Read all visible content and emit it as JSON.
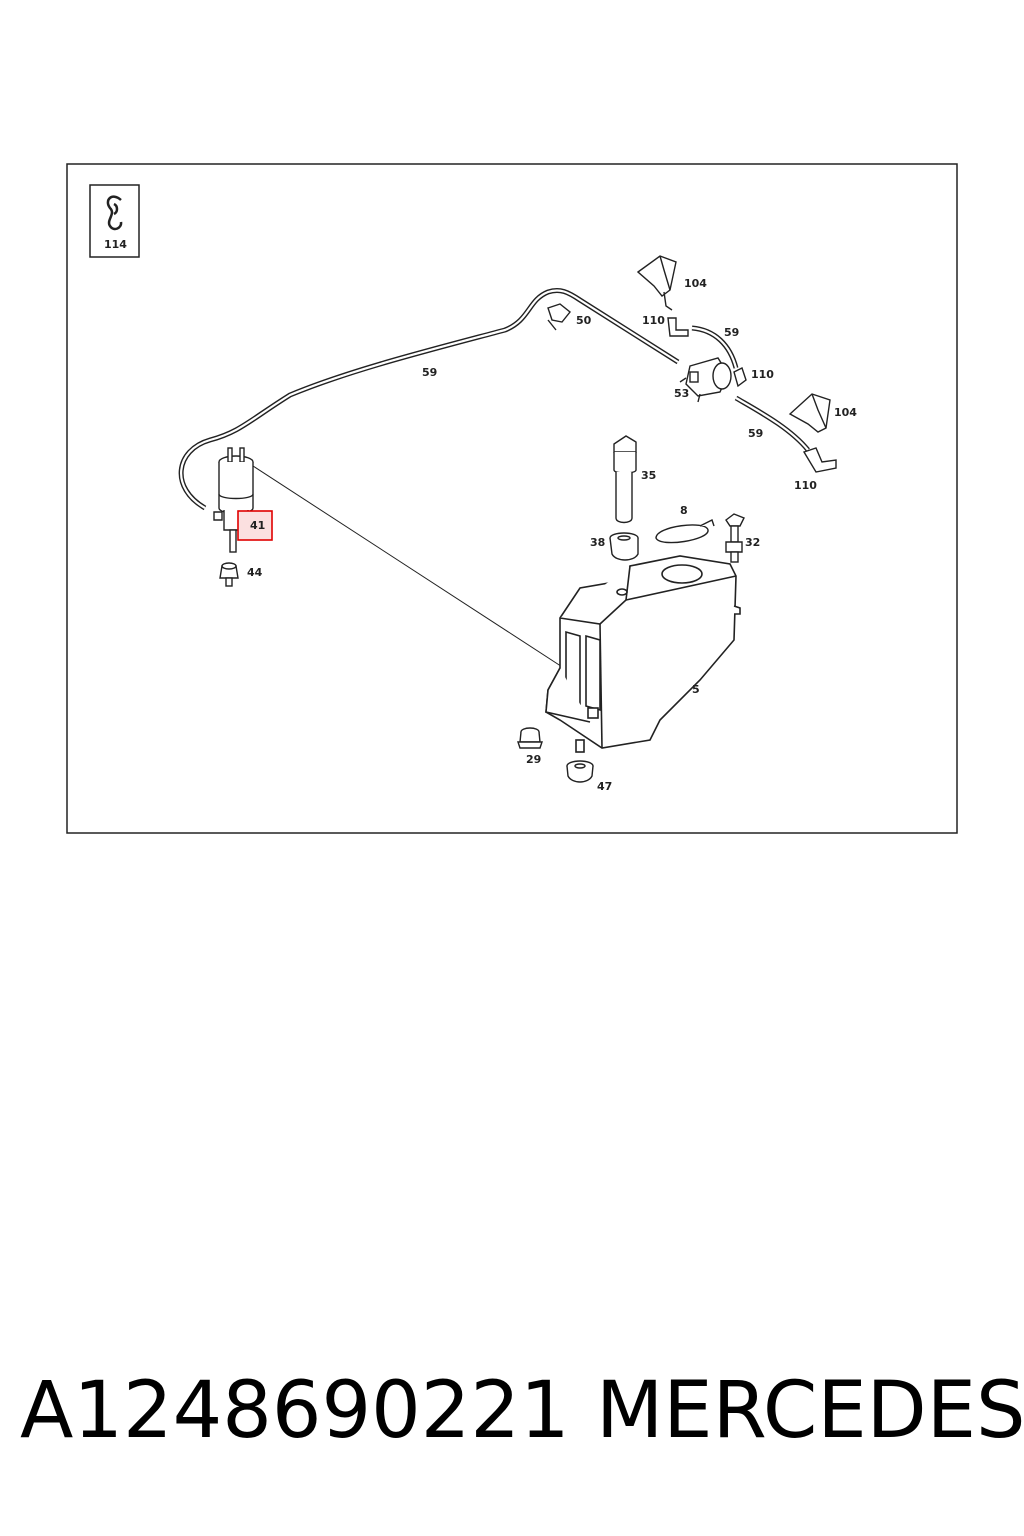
{
  "diagram": {
    "legend_box_label": "114",
    "highlight_color": "#e00000",
    "callouts": [
      {
        "id": "c104a",
        "text": "104"
      },
      {
        "id": "c110a",
        "text": "110"
      },
      {
        "id": "c59a",
        "text": "59"
      },
      {
        "id": "c50",
        "text": "50"
      },
      {
        "id": "c59b",
        "text": "59"
      },
      {
        "id": "c110b",
        "text": "110"
      },
      {
        "id": "c53",
        "text": "53"
      },
      {
        "id": "c104b",
        "text": "104"
      },
      {
        "id": "c59c",
        "text": "59"
      },
      {
        "id": "c110c",
        "text": "110"
      },
      {
        "id": "c35",
        "text": "35"
      },
      {
        "id": "c8",
        "text": "8"
      },
      {
        "id": "c38",
        "text": "38"
      },
      {
        "id": "c32",
        "text": "32"
      },
      {
        "id": "c41",
        "text": "41"
      },
      {
        "id": "c44",
        "text": "44"
      },
      {
        "id": "c5",
        "text": "5"
      },
      {
        "id": "c29",
        "text": "29"
      },
      {
        "id": "c47",
        "text": "47"
      }
    ]
  },
  "footer": {
    "part_number": "A1248690221",
    "brand": "MERCEDES"
  }
}
